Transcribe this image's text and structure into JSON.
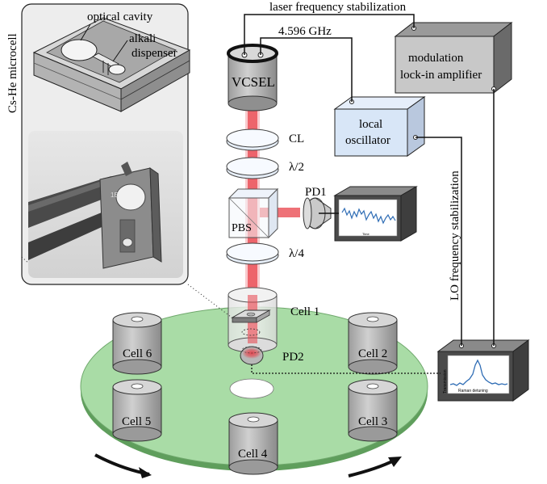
{
  "inset": {
    "title": "Cs-He microcell",
    "optical_cavity_label": "optical cavity",
    "alkali_label": "alkali",
    "dispenser_label": "dispenser",
    "photo_marking": "1E"
  },
  "vcsel": {
    "label": "VCSEL"
  },
  "optics": {
    "cl": "CL",
    "half_wave": "λ/2",
    "pbs": "PBS",
    "quarter_wave": "λ/4",
    "pd1": "PD1",
    "pd2": "PD2"
  },
  "instruments": {
    "local_oscillator": [
      "local",
      "oscillator"
    ],
    "modulation": [
      "modulation",
      "lock-in amplifier"
    ]
  },
  "links": {
    "laser_stab": "laser frequency stabilization",
    "freq_4596": "4.596 GHz",
    "lo_stab": "LO frequency stabilization"
  },
  "scope_bottom": {
    "xlabel": "Raman detuning",
    "ylabel": "Transmission"
  },
  "scope_top": {
    "xlabel": "Time"
  },
  "cells": {
    "cell1": "Cell 1",
    "cell2": "Cell 2",
    "cell3": "Cell 3",
    "cell4": "Cell 4",
    "cell5": "Cell 5",
    "cell6": "Cell 6"
  },
  "colors": {
    "beam": "#e8414a",
    "turntable": "#a9dca6",
    "turntable_edge": "#7fbf7c",
    "device_grey": "#c8c8c8",
    "device_dark": "#5a5a5a",
    "lo_blue": "#d8e6f7",
    "trace_blue": "#2f6db5"
  }
}
